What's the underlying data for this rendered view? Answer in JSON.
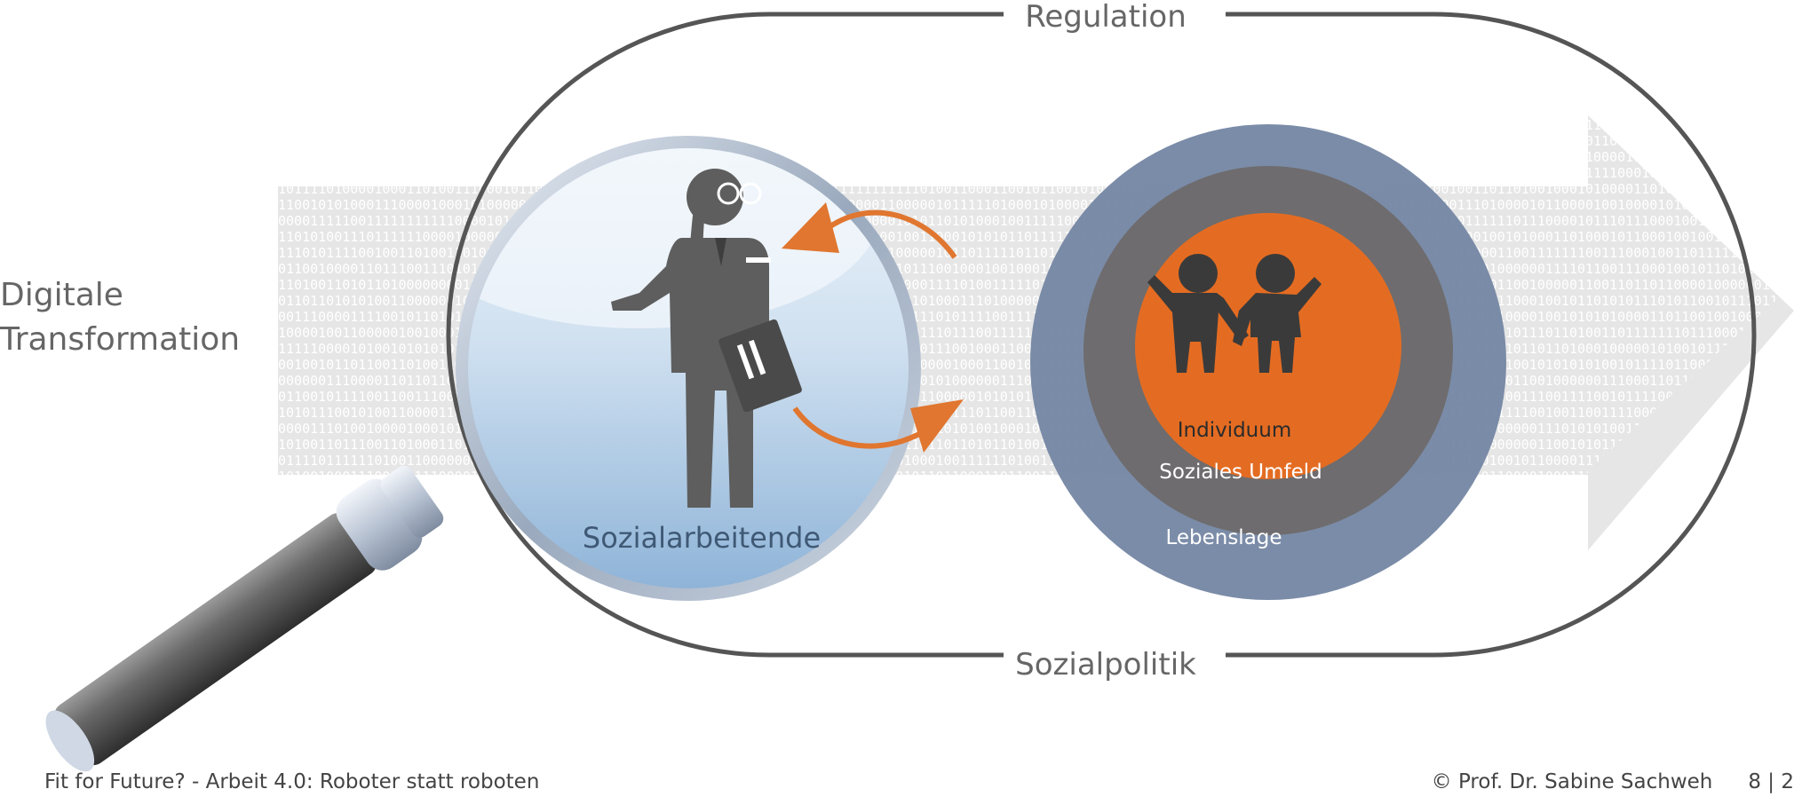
{
  "diagram": {
    "side_label_line1": "Digitale",
    "side_label_line2": "Transformation",
    "top_label": "Regulation",
    "bottom_label": "Sozialpolitik",
    "magnifier_label": "Sozialarbeitende",
    "circle_outer_label": "Lebenslage",
    "circle_middle_label": "Soziales Umfeld",
    "circle_inner_label": "Individuum"
  },
  "footer": {
    "left_text": "Fit for Future? - Arbeit 4.0: Roboter statt roboten",
    "author": "© Prof. Dr. Sabine Sachweh",
    "page": "8 | 2"
  },
  "colors": {
    "arrow_band": "#e6e6e6",
    "outline": "#555555",
    "accent_orange": "#e0762f",
    "person_gray": "#5a5a5a",
    "circle_outer": "#7486a3",
    "circle_middle": "#6e6a6a",
    "circle_inner": "#e46c22",
    "lens_blue": "#c9dcee"
  },
  "icons": [
    "magnifying-glass-icon",
    "social-worker-icon",
    "children-icon",
    "cycle-arrows-icon"
  ]
}
